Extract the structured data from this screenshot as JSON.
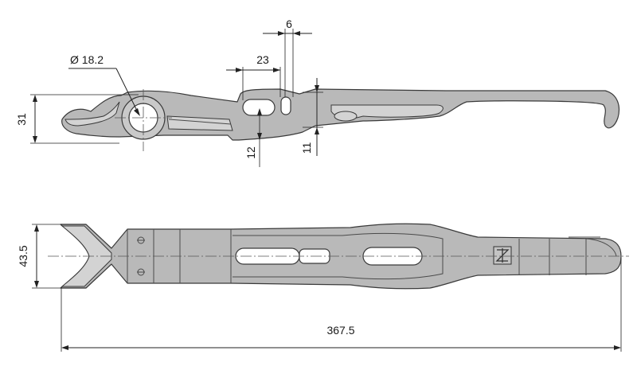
{
  "diagram": {
    "dimensions": {
      "top_height": "31",
      "bore_diameter": "Ø 18.2",
      "slot_width": "23",
      "slot_gap": "6",
      "slot_offset": "12",
      "slot_height": "11",
      "bottom_height": "43.5",
      "overall_length": "367.5"
    }
  }
}
